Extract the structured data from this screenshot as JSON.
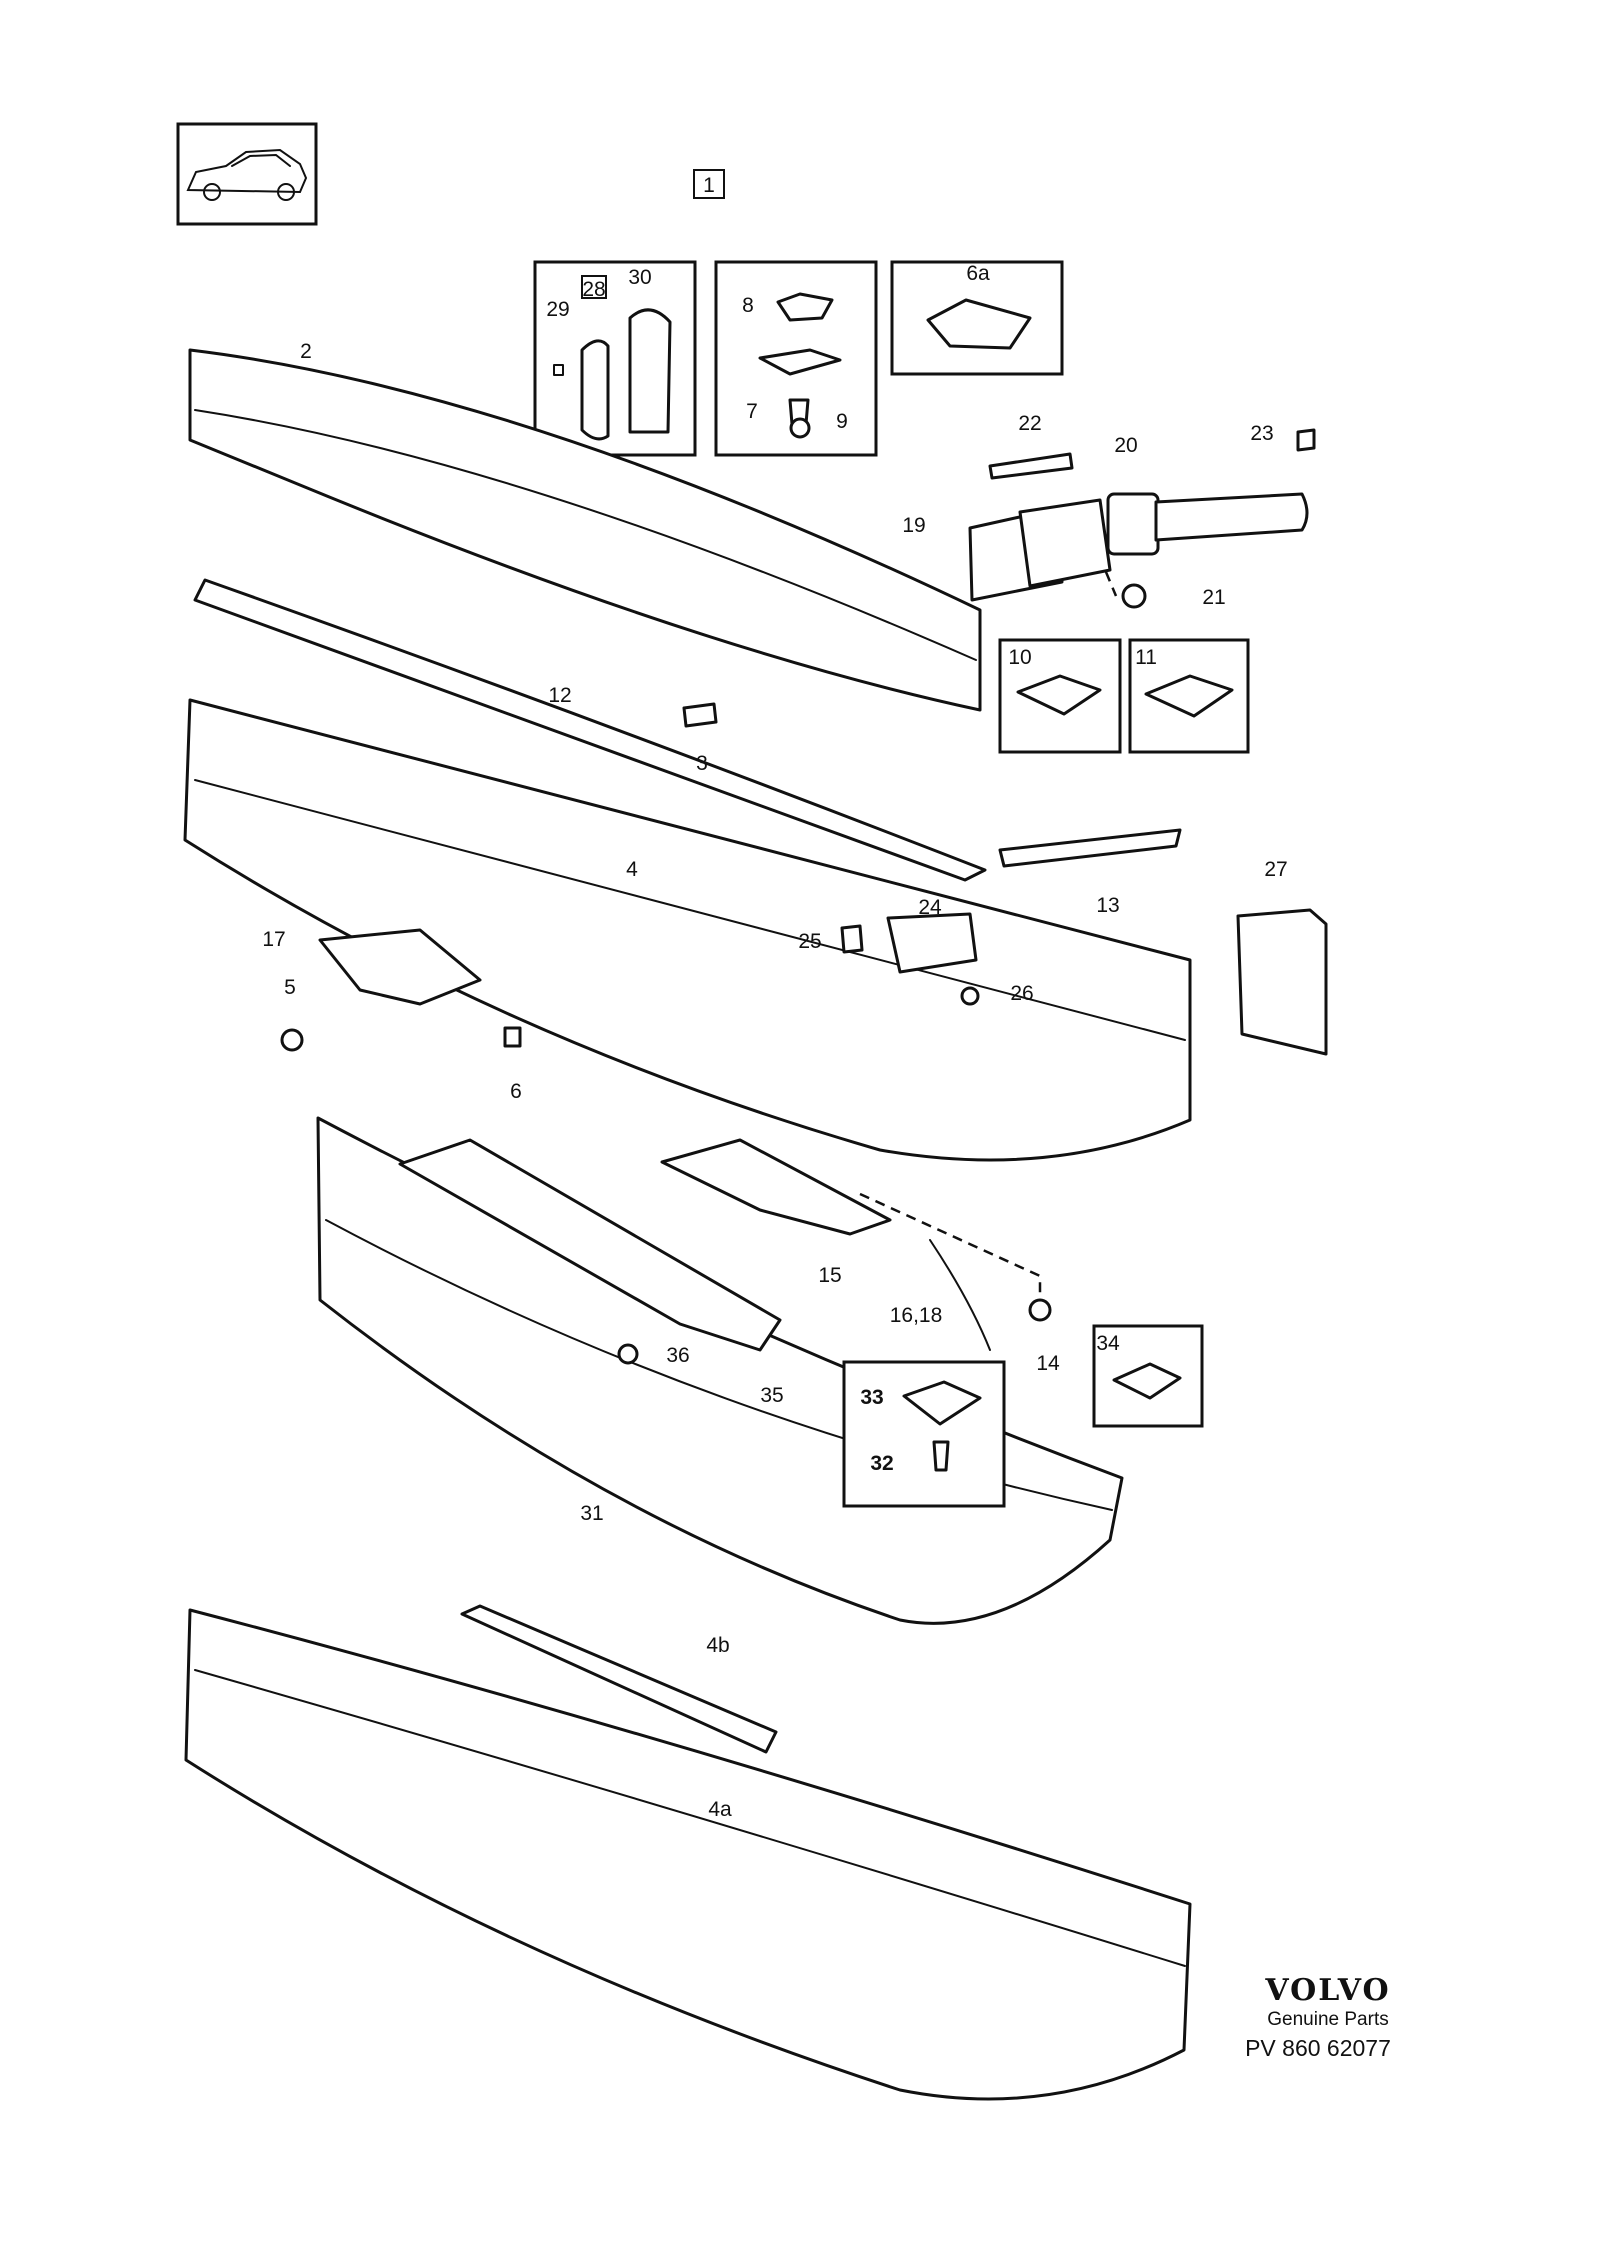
{
  "diagram": {
    "group_number": "1",
    "brand": "VOLVO",
    "brand_caption": "Genuine Parts",
    "reference": "PV 860 62077",
    "callouts": {
      "p2": "2",
      "p3": "3",
      "p4": "4",
      "p4a": "4a",
      "p4b": "4b",
      "p5": "5",
      "p6": "6",
      "p6a": "6a",
      "p7": "7",
      "p8": "8",
      "p9": "9",
      "p10": "10",
      "p11": "11",
      "p12": "12",
      "p13": "13",
      "p14": "14",
      "p15": "15",
      "p16_18": "16,18",
      "p17": "17",
      "p19": "19",
      "p20": "20",
      "p21": "21",
      "p22": "22",
      "p23": "23",
      "p24": "24",
      "p25": "25",
      "p26": "26",
      "p27": "27",
      "p28": "28",
      "p29": "29",
      "p30": "30",
      "p31": "31",
      "p32": "32",
      "p33": "33",
      "p34": "34",
      "p35": "35",
      "p36": "36"
    }
  }
}
